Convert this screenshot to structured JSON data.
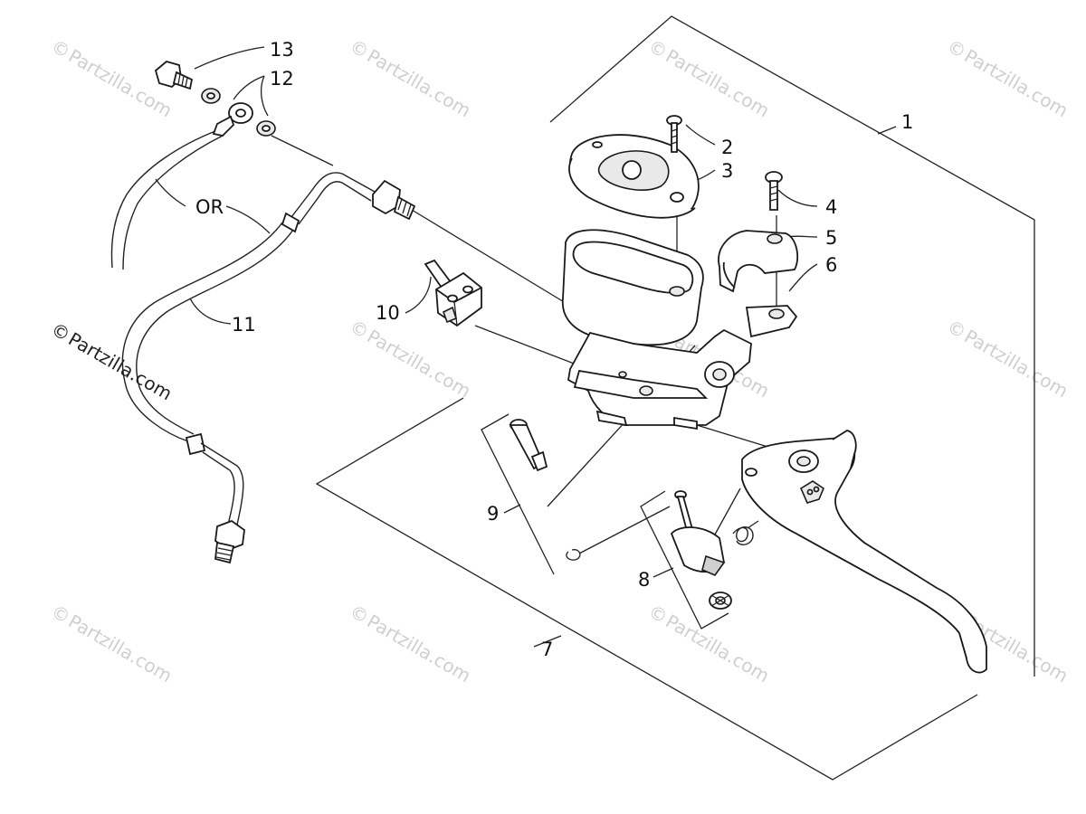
{
  "diagram": {
    "callouts": {
      "c1": "1",
      "c2": "2",
      "c3": "3",
      "c4": "4",
      "c5": "5",
      "c6": "6",
      "c7": "7",
      "c8": "8",
      "c9": "9",
      "c10": "10",
      "c11": "11",
      "c12": "12",
      "c13": "13",
      "or": "OR"
    },
    "watermark": {
      "symbol": "©",
      "text": "Partzilla.com"
    }
  }
}
